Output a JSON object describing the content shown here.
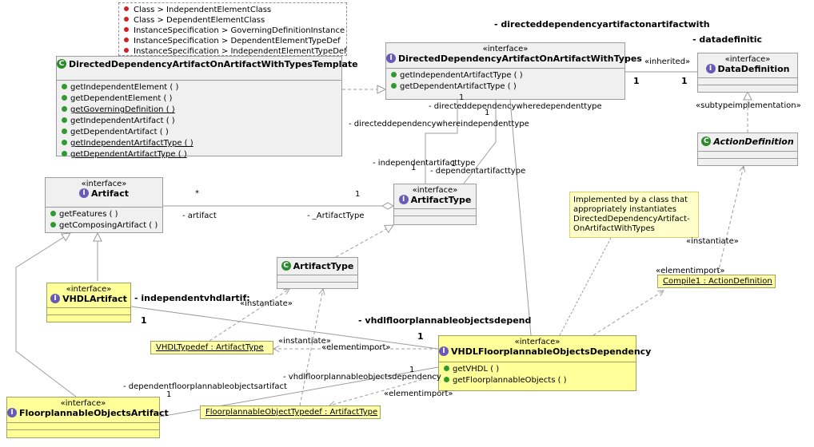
{
  "template_params": [
    "Class > IndependentElementClass",
    "Class > DependentElementClass",
    "InstanceSpecification > GoverningDefinitionInstance",
    "InstanceSpecification > DependentElementTypeDef",
    "InstanceSpecification > IndependentElementTypeDef"
  ],
  "template_class": {
    "name": "DirectedDependencyArtifactOnArtifactWithTypesTemplate",
    "ops": [
      {
        "text": "getIndependentElement ( )",
        "underline": false
      },
      {
        "text": "getDependentElement ( )",
        "underline": false
      },
      {
        "text": "getGoverningDefinition ( )",
        "underline": true
      },
      {
        "text": "getIndependentArtifact ( )",
        "underline": false
      },
      {
        "text": "getDependentArtifact ( )",
        "underline": false
      },
      {
        "text": "getIndependentArtifactType ( )",
        "underline": true
      },
      {
        "text": "getDependentArtifactType ( )",
        "underline": true
      }
    ]
  },
  "dd_interface": {
    "stereotype": "«interface»",
    "name": "DirectedDependencyArtifactOnArtifactWithTypes",
    "ops": [
      "getIndependentArtifactType ( )",
      "getDependentArtifactType ( )"
    ]
  },
  "data_definition": {
    "stereotype": "«interface»",
    "name": "DataDefinition"
  },
  "action_definition": {
    "name": "ActionDefinition"
  },
  "artifact": {
    "stereotype": "«interface»",
    "name": "Artifact",
    "ops": [
      "getFeatures ( )",
      "getComposingArtifact ( )"
    ]
  },
  "artifact_type_iface": {
    "stereotype": "«interface»",
    "name": "ArtifactType"
  },
  "artifact_type_class": {
    "name": "ArtifactType"
  },
  "vhdl_artifact": {
    "stereotype": "«interface»",
    "name": "VHDLArtifact"
  },
  "fpo_artifact": {
    "stereotype": "«interface»",
    "name": "FloorplannableObjectsArtifact"
  },
  "vhdl_fpo_dep": {
    "stereotype": "«interface»",
    "name": "VHDLFloorplannableObjectsDependency",
    "ops": [
      "getVHDL ( )",
      "getFloorplannableObjects ( )"
    ]
  },
  "instances": {
    "vhdl_typedef": "VHDLTypedef : ArtifactType",
    "fpo_typedef": "FloorplannableObjectTypedef : ArtifactType",
    "compile1": "Compile1 : ActionDefinition"
  },
  "note": "Implemented by a class that appropriately instantiates DirectedDependencyArtifact-OnArtifactWithTypes",
  "labels": {
    "top_role": "- directeddependencyartifactonartifactwith",
    "datadef_role": "- datadefinitic",
    "inherited": "«inherited»",
    "mult_1a": "1",
    "mult_1b": "1",
    "subtype": "«subtypeimplementation»",
    "where_dep": "- directeddependencywheredependenttype",
    "where_indep": "- directeddependencywhereindependenttype",
    "mult_1c": "1",
    "mult_1d": "1",
    "indep_type": "- independentartifacttype",
    "dep_type": "- dependentartifacttype",
    "mult_1e": "1",
    "mult_1f": "1",
    "star": "*",
    "mult_1g": "1",
    "artifact_role": "- artifact",
    "artifacttype_role": "- _ArtifactType",
    "instantiate_1": "«instantiate»",
    "instantiate_2": "«instantiate»",
    "instantiate_3": "«instantiate»",
    "elementimport_1": "«elementimport»",
    "elementimport_2": "«elementimport»",
    "elementimport_3": "«elementimport»",
    "indep_vhdl": "- independentvhdlartif:",
    "mult_vhdl": "1",
    "vhdl_fpo_dep_role": "- vhdlfloorplannableobjectsdepend",
    "mult_dep": "1",
    "vhdl_fpo_dep_role2": "- vhdlfloorplannableobjectsdependency",
    "mult_dep2": "1",
    "dep_fpo_art": "- dependentfloorplannableobjectsartifact",
    "mult_fpo": "1"
  }
}
